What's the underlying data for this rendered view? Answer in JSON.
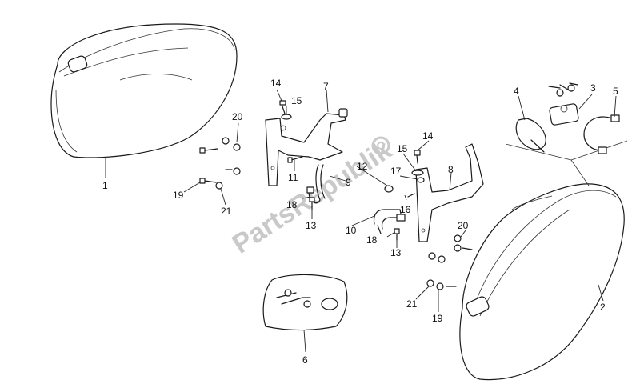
{
  "watermark": "PartsRepublik",
  "callouts": {
    "c1": "1",
    "c2": "2",
    "c3": "3",
    "c4": "4",
    "c5": "5",
    "c6": "6",
    "c7": "7",
    "c8": "8",
    "c9": "9",
    "c10": "10",
    "c11": "11",
    "c12": "12",
    "c13a": "13",
    "c13b": "13",
    "c14a": "14",
    "c14b": "14",
    "c15a": "15",
    "c15b": "15",
    "c16": "16",
    "c17": "17",
    "c18a": "18",
    "c18b": "18",
    "c19a": "19",
    "c19b": "19",
    "c20a": "20",
    "c20b": "20",
    "c21a": "21",
    "c21b": "21"
  }
}
